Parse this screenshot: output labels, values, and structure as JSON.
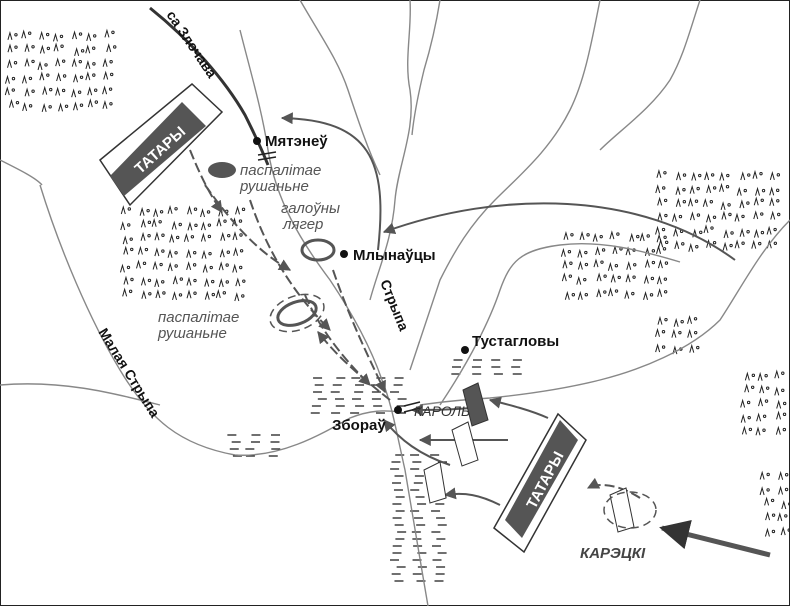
{
  "colors": {
    "river": "#888888",
    "road": "#333333",
    "arrow": "#555555",
    "tatar_dark": "#555555",
    "background": "#ffffff"
  },
  "labels": {
    "towns": {
      "myatsyneu": "Мятэнеў",
      "mlynautsy": "Млынаўцы",
      "tustaglovy": "Тустаглoвы",
      "zboraw": "Збораў"
    },
    "roads": {
      "to_zlochava": "са Злочава"
    },
    "rivers": {
      "strypa": "Стрыпа",
      "malaya_strypa": "Малая Стрыпа"
    },
    "notes": {
      "pospolitae_1_line1": "паспалітае",
      "pospolitae_1_line2": "рушаньне",
      "main_camp_line1": "галоўны",
      "main_camp_line2": "лягер",
      "pospolitae_2_line1": "паспалітае",
      "pospolitae_2_line2": "рушаньне"
    },
    "forces": {
      "tatars_north": "ТАТАРЫ",
      "tatars_south": "ТАТАРЫ",
      "cossacks": "КАРЭЦКІ",
      "king": "КАРОЛЬ"
    }
  }
}
